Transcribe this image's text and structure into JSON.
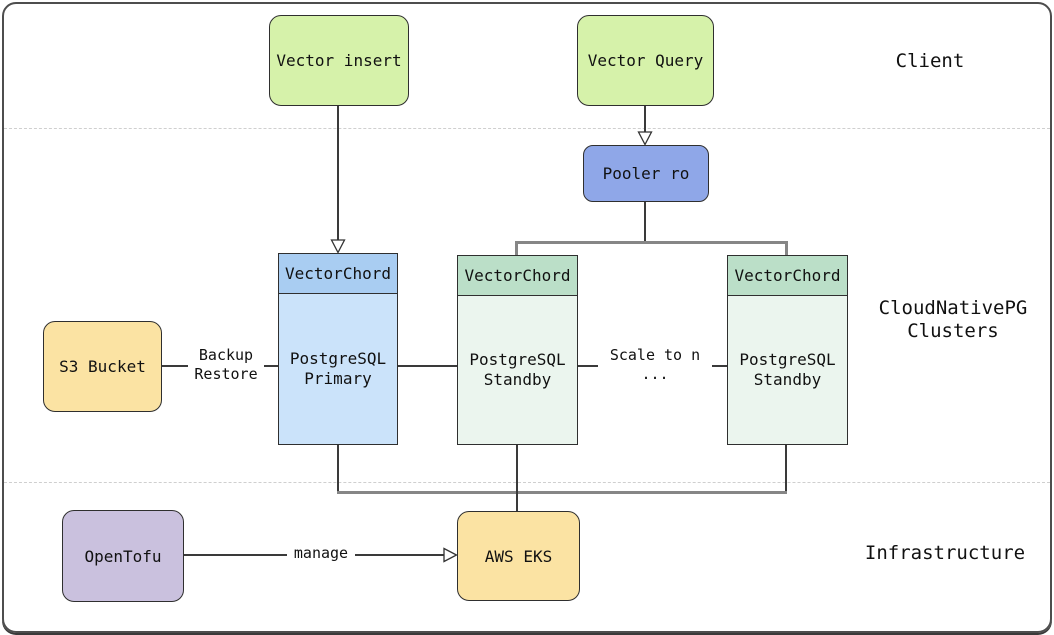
{
  "diagram": {
    "sections": {
      "client": "Client",
      "clusters_line1": "CloudNativePG",
      "clusters_line2": "Clusters",
      "infrastructure": "Infrastructure"
    },
    "nodes": {
      "vector_insert": "Vector insert",
      "vector_query": "Vector Query",
      "pooler": "Pooler ro",
      "s3_bucket": "S3 Bucket",
      "opentofu": "OpenTofu",
      "aws_eks": "AWS EKS",
      "primary": {
        "header": "VectorChord",
        "line1": "PostgreSQL",
        "line2": "Primary"
      },
      "standby1": {
        "header": "VectorChord",
        "line1": "PostgreSQL",
        "line2": "Standby"
      },
      "standby2": {
        "header": "VectorChord",
        "line1": "PostgreSQL",
        "line2": "Standby"
      }
    },
    "edges": {
      "backup_line1": "Backup",
      "backup_line2": "Restore",
      "scale_line1": "Scale to n",
      "scale_line2": "...",
      "manage": "manage"
    },
    "colors": {
      "green": "#d6f2aa",
      "blue_pooler": "#8fa7e8",
      "blue_header": "#a9cdf2",
      "blue_body": "#cbe3fa",
      "green_header": "#bbdfc8",
      "green_body": "#ebf5ee",
      "yellow": "#fbe3a3",
      "purple": "#cac1de"
    }
  }
}
